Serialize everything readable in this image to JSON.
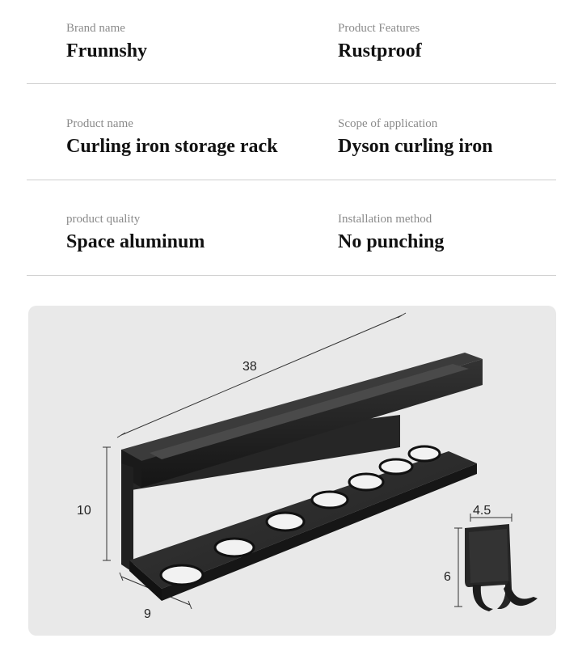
{
  "specs": [
    [
      {
        "label": "Brand name",
        "value": "Frunnshy"
      },
      {
        "label": "Product Features",
        "value": "Rustproof"
      }
    ],
    [
      {
        "label": "Product name",
        "value": "Curling iron storage rack"
      },
      {
        "label": "Scope of application",
        "value": "Dyson curling iron"
      }
    ],
    [
      {
        "label": "product quality",
        "value": "Space aluminum"
      },
      {
        "label": "Installation method",
        "value": "No punching"
      }
    ]
  ],
  "dimensions": {
    "length": "38",
    "height": "10",
    "depth": "9",
    "hook_width": "4.5",
    "hook_height": "6"
  },
  "colors": {
    "panel_bg": "#e9e9e9",
    "metal": "#2a2a2a",
    "divider": "#cfcfcf"
  }
}
